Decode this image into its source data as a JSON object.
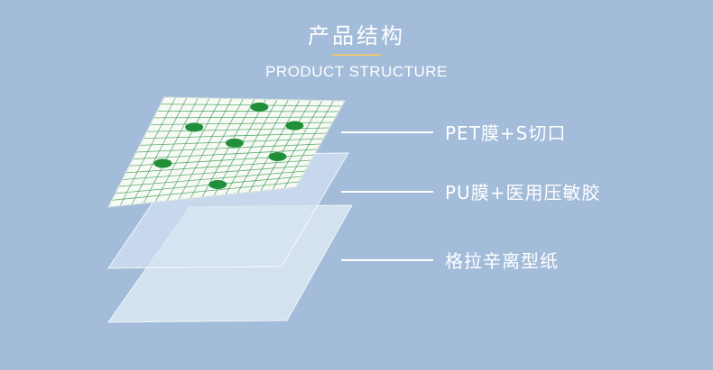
{
  "header": {
    "title": "产品结构",
    "subtitle": "PRODUCT STRUCTURE",
    "accent_color": "#e7c874"
  },
  "layers": [
    {
      "label": "PET膜+S切口",
      "icon": "printed-film-layer"
    },
    {
      "label": "PU膜+医用压敏胶",
      "icon": "transparent-film-layer"
    },
    {
      "label": "格拉辛离型纸",
      "icon": "release-paper-layer"
    }
  ],
  "colors": {
    "background": "#a3bcd9",
    "text": "#ffffff",
    "grid_green": "#1f8f3a"
  }
}
